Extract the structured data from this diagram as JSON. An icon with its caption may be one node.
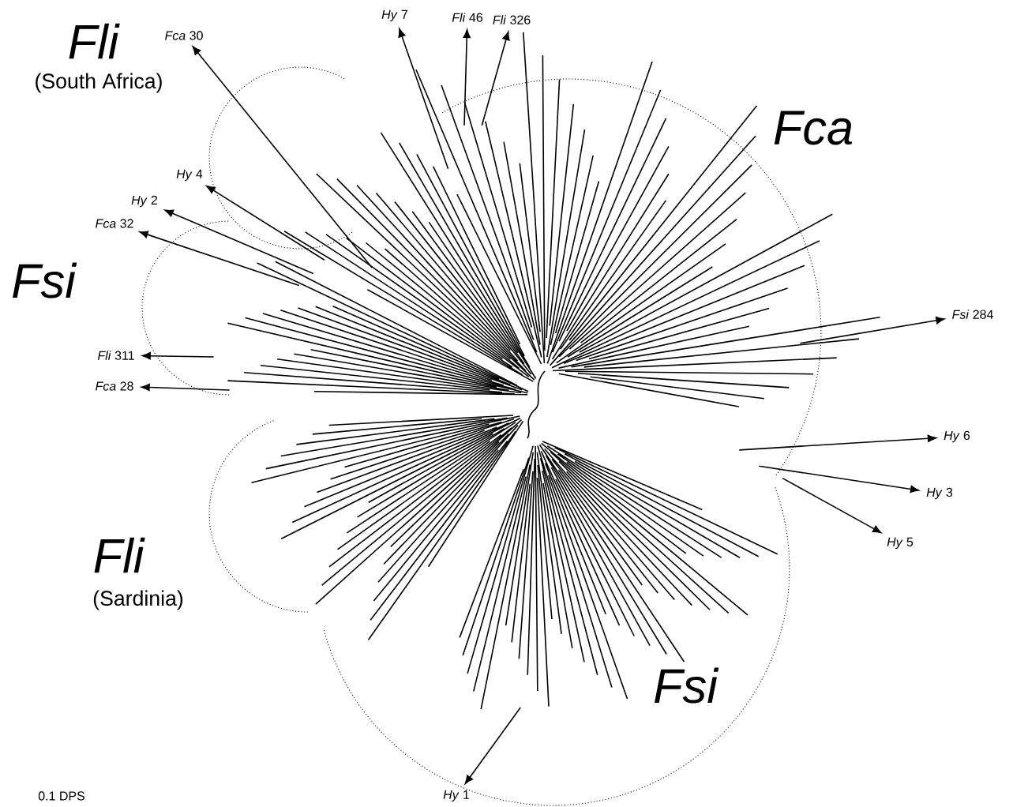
{
  "diagram": {
    "nodes": [
      {
        "text": [
          "*Fca* 30"
        ]
      },
      {
        "text": [
          "*Hy* 7"
        ]
      },
      {
        "text": [
          "*Fli* 46"
        ]
      },
      {
        "text": [
          "*Fli* 326"
        ]
      },
      {
        "text": [
          "*Hy* 4"
        ]
      },
      {
        "text": [
          "*Hy* 2"
        ]
      },
      {
        "text": [
          "*Fca* 32"
        ]
      },
      {
        "text": [
          "*Fli* 311"
        ]
      },
      {
        "text": [
          "*Fca* 28"
        ]
      },
      {
        "text": [
          "*Fsi* 284"
        ]
      },
      {
        "text": [
          "*Hy* 6"
        ]
      },
      {
        "text": [
          "*Hy* 3"
        ]
      },
      {
        "text": [
          "*Hy* 5"
        ]
      },
      {
        "text": [
          "*Hy* 1"
        ]
      }
    ],
    "edges": [
      {
        "from": null,
        "to": 0,
        "arrow": "to"
      },
      {
        "from": null,
        "to": 1,
        "arrow": "to"
      },
      {
        "from": null,
        "to": 2,
        "arrow": "to"
      },
      {
        "from": null,
        "to": 3,
        "arrow": "to"
      },
      {
        "from": null,
        "to": 4,
        "arrow": "to"
      },
      {
        "from": null,
        "to": 5,
        "arrow": "to"
      },
      {
        "from": null,
        "to": 6,
        "arrow": "to"
      },
      {
        "from": null,
        "to": 7,
        "arrow": "to"
      },
      {
        "from": null,
        "to": 8,
        "arrow": "to"
      },
      {
        "from": null,
        "to": 9,
        "arrow": "to"
      },
      {
        "from": null,
        "to": 10,
        "arrow": "to"
      },
      {
        "from": null,
        "to": 11,
        "arrow": "to"
      },
      {
        "from": null,
        "to": 12,
        "arrow": "to"
      },
      {
        "from": null,
        "to": 13,
        "arrow": "to"
      }
    ],
    "labels": [
      "Fli",
      "(South Africa)",
      "Fca",
      "Fsi",
      "Fli",
      "(Sardinia)",
      "Fsi",
      "0.1 DPS"
    ]
  }
}
